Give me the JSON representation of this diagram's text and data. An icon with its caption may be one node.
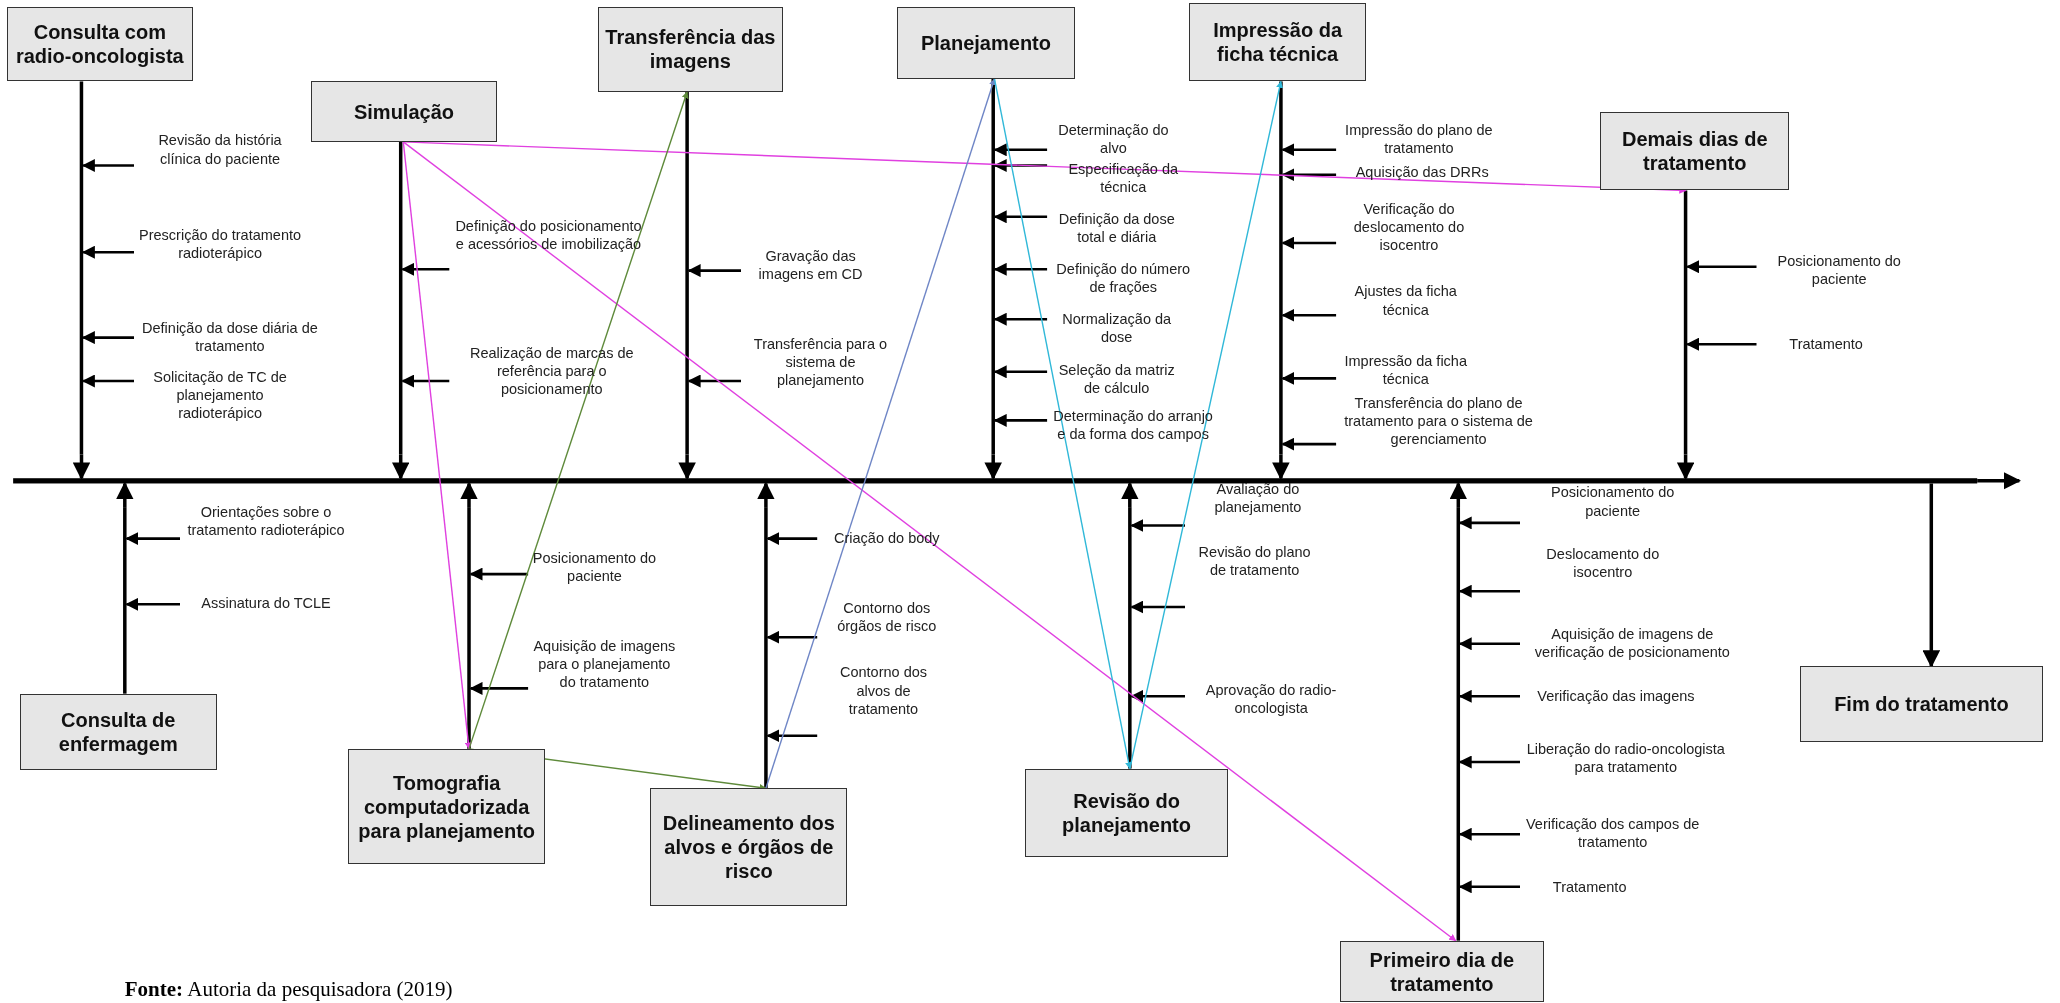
{
  "diagram": {
    "caption": "**Fonte:** Autoria da pesquisadora (2019)",
    "nodes": [
      {
        "text": [
          "Consulta com radio-oncologista"
        ]
      },
      {
        "text": [
          "Revisão da história clínica do paciente"
        ]
      },
      {
        "text": [
          "Prescrição do tratamento radioterápico"
        ]
      },
      {
        "text": [
          "Definição da dose diária de tratamento"
        ]
      },
      {
        "text": [
          "Solicitação de TC de planejamento radioterápico"
        ]
      },
      {
        "text": [
          "Simulação"
        ]
      },
      {
        "text": [
          "Definição do posicionamento e acessórios de imobilização"
        ]
      },
      {
        "text": [
          "Realização de marcas de referência para o posicionamento"
        ]
      },
      {
        "text": [
          "Transferência das imagens"
        ]
      },
      {
        "text": [
          "Gravação das imagens em CD"
        ]
      },
      {
        "text": [
          "Transferência para o sistema de planejamento"
        ]
      },
      {
        "text": [
          "Planejamento"
        ]
      },
      {
        "text": [
          "Determinação do alvo"
        ]
      },
      {
        "text": [
          "Especificação da técnica"
        ]
      },
      {
        "text": [
          "Definição da dose total e diária"
        ]
      },
      {
        "text": [
          "Definição do número de frações"
        ]
      },
      {
        "text": [
          "Normalização da dose"
        ]
      },
      {
        "text": [
          "Seleção da matriz de cálculo"
        ]
      },
      {
        "text": [
          "Determinação do arranjo e da forma dos campos"
        ]
      },
      {
        "text": [
          "Impressão da ficha técnica"
        ]
      },
      {
        "text": [
          "Impressão do plano de tratamento"
        ]
      },
      {
        "text": [
          "Aquisição das DRRs"
        ]
      },
      {
        "text": [
          "Verificação do deslocamento do isocentro"
        ]
      },
      {
        "text": [
          "Ajustes da ficha técnica"
        ]
      },
      {
        "text": [
          "Impressão da ficha técnica"
        ]
      },
      {
        "text": [
          "Transferência do plano de tratamento para o sistema de gerenciamento"
        ]
      },
      {
        "text": [
          "Demais dias de tratamento"
        ]
      },
      {
        "text": [
          "Posicionamento do paciente"
        ]
      },
      {
        "text": [
          "Tratamento"
        ]
      },
      {
        "text": [],
        "shape": "bar"
      },
      {
        "text": [
          "Consulta de enfermagem"
        ]
      },
      {
        "text": [
          "Orientações sobre o tratamento radioterápico"
        ]
      },
      {
        "text": [
          "Assinatura do TCLE"
        ]
      },
      {
        "text": [
          "Tomografia computadorizada para planejamento"
        ]
      },
      {
        "text": [
          "Posicionamento do paciente"
        ]
      },
      {
        "text": [
          "Aquisição de imagens para o planejamento do tratamento"
        ]
      },
      {
        "text": [
          "Delineamento dos alvos e órgãos de risco"
        ]
      },
      {
        "text": [
          "Criação do body"
        ]
      },
      {
        "text": [
          "Contorno dos órgãos de risco"
        ]
      },
      {
        "text": [
          "Contorno dos alvos de tratamento"
        ]
      },
      {
        "text": [
          "Revisão do planejamento"
        ]
      },
      {
        "text": [
          "Avaliação do planejamento"
        ]
      },
      {
        "text": [
          "Revisão do plano de tratamento"
        ]
      },
      {
        "text": [
          "Aprovação do radio-oncologista"
        ]
      },
      {
        "text": [
          "Primeiro dia de tratamento"
        ]
      },
      {
        "text": [
          "Posicionamento do paciente"
        ]
      },
      {
        "text": [
          "Deslocamento do isocentro"
        ]
      },
      {
        "text": [
          "Aquisição de imagens de verificação de posicionamento"
        ]
      },
      {
        "text": [
          "Verificação das imagens"
        ]
      },
      {
        "text": [
          "Liberação do radio-oncologista para tratamento"
        ]
      },
      {
        "text": [
          "Verificação dos campos de tratamento"
        ]
      },
      {
        "text": [
          "Tratamento"
        ]
      },
      {
        "text": [
          "Fim do tratamento"
        ]
      },
      {
        "text": [],
        "shape": "bar"
      },
      {
        "text": [],
        "shape": "bar"
      },
      {
        "text": [],
        "shape": "bar"
      },
      {
        "text": [],
        "shape": "bar"
      },
      {
        "text": [],
        "shape": "bar"
      },
      {
        "text": [],
        "shape": "bar"
      },
      {
        "text": [],
        "shape": "bar"
      },
      {
        "text": [],
        "shape": "bar"
      },
      {
        "text": [],
        "shape": "bar"
      },
      {
        "text": [],
        "shape": "bar"
      },
      {
        "text": [],
        "shape": "bar"
      }
    ],
    "edges": [
      {
        "from": 1,
        "to": 53,
        "arrow": "to"
      },
      {
        "from": 2,
        "to": 53,
        "arrow": "to"
      },
      {
        "from": 3,
        "to": 53,
        "arrow": "to"
      },
      {
        "from": 4,
        "to": 53,
        "arrow": "to"
      },
      {
        "from": 53,
        "to": 29,
        "arrow": "to"
      },
      {
        "from": 6,
        "to": 55,
        "arrow": "to"
      },
      {
        "from": 7,
        "to": 55,
        "arrow": "to"
      },
      {
        "from": 55,
        "to": 29,
        "arrow": "to"
      },
      {
        "from": 9,
        "to": 57,
        "arrow": "to"
      },
      {
        "from": 10,
        "to": 57,
        "arrow": "to"
      },
      {
        "from": 57,
        "to": 29,
        "arrow": "to"
      },
      {
        "from": 12,
        "to": 59,
        "arrow": "to"
      },
      {
        "from": 13,
        "to": 59,
        "arrow": "to"
      },
      {
        "from": 14,
        "to": 59,
        "arrow": "to"
      },
      {
        "from": 15,
        "to": 59,
        "arrow": "to"
      },
      {
        "from": 16,
        "to": 59,
        "arrow": "to"
      },
      {
        "from": 17,
        "to": 59,
        "arrow": "to"
      },
      {
        "from": 18,
        "to": 59,
        "arrow": "to"
      },
      {
        "from": 59,
        "to": 29,
        "arrow": "to"
      },
      {
        "from": 20,
        "to": 61,
        "arrow": "to"
      },
      {
        "from": 21,
        "to": 61,
        "arrow": "to"
      },
      {
        "from": 22,
        "to": 61,
        "arrow": "to"
      },
      {
        "from": 23,
        "to": 61,
        "arrow": "to"
      },
      {
        "from": 24,
        "to": 61,
        "arrow": "to"
      },
      {
        "from": 25,
        "to": 61,
        "arrow": "to"
      },
      {
        "from": 61,
        "to": 29,
        "arrow": "to"
      },
      {
        "from": 27,
        "to": 63,
        "arrow": "to"
      },
      {
        "from": 28,
        "to": 63,
        "arrow": "to"
      },
      {
        "from": 63,
        "to": 29,
        "arrow": "to"
      },
      {
        "from": 29,
        "to": null,
        "arrow": "to"
      },
      {
        "from": 31,
        "to": 54,
        "arrow": "to"
      },
      {
        "from": 32,
        "to": 54,
        "arrow": "to"
      },
      {
        "from": 54,
        "to": 29,
        "arrow": "to"
      },
      {
        "from": 34,
        "to": 56,
        "arrow": "to"
      },
      {
        "from": 35,
        "to": 56,
        "arrow": "to"
      },
      {
        "from": 56,
        "to": 29,
        "arrow": "to"
      },
      {
        "from": 37,
        "to": 58,
        "arrow": "to"
      },
      {
        "from": 38,
        "to": 58,
        "arrow": "to"
      },
      {
        "from": 39,
        "to": 58,
        "arrow": "to"
      },
      {
        "from": 58,
        "to": 29,
        "arrow": "to"
      },
      {
        "from": 41,
        "to": 60,
        "arrow": "to"
      },
      {
        "from": 42,
        "to": 60,
        "arrow": "to"
      },
      {
        "from": 43,
        "to": 60,
        "arrow": "to"
      },
      {
        "from": 60,
        "to": 29,
        "arrow": "to"
      },
      {
        "from": 45,
        "to": 62,
        "arrow": "to"
      },
      {
        "from": 46,
        "to": 62,
        "arrow": "to"
      },
      {
        "from": 47,
        "to": 62,
        "arrow": "to"
      },
      {
        "from": 48,
        "to": 62,
        "arrow": "to"
      },
      {
        "from": 49,
        "to": 62,
        "arrow": "to"
      },
      {
        "from": 50,
        "to": 62,
        "arrow": "to"
      },
      {
        "from": 51,
        "to": 62,
        "arrow": "to"
      },
      {
        "from": 62,
        "to": 29,
        "arrow": "to"
      },
      {
        "from": 29,
        "to": 52,
        "arrow": "to"
      },
      {
        "from": 5,
        "to": 26,
        "arrow": "to",
        "color": "#e040e0"
      },
      {
        "from": 5,
        "to": 33,
        "arrow": "to",
        "color": "#e040e0"
      },
      {
        "from": 5,
        "to": 44,
        "arrow": "to",
        "color": "#e040e0"
      },
      {
        "from": 33,
        "to": 8,
        "arrow": "to",
        "color": "#5e8a3a"
      },
      {
        "from": 33,
        "to": 36,
        "arrow": "to",
        "color": "#5e8a3a"
      },
      {
        "from": 36,
        "to": 11,
        "arrow": "to",
        "color": "#6f86c6"
      },
      {
        "from": 11,
        "to": 40,
        "arrow": "to",
        "color": "#30b8d8"
      },
      {
        "from": 40,
        "to": 19,
        "arrow": "to",
        "color": "#30b8d8"
      }
    ]
  }
}
